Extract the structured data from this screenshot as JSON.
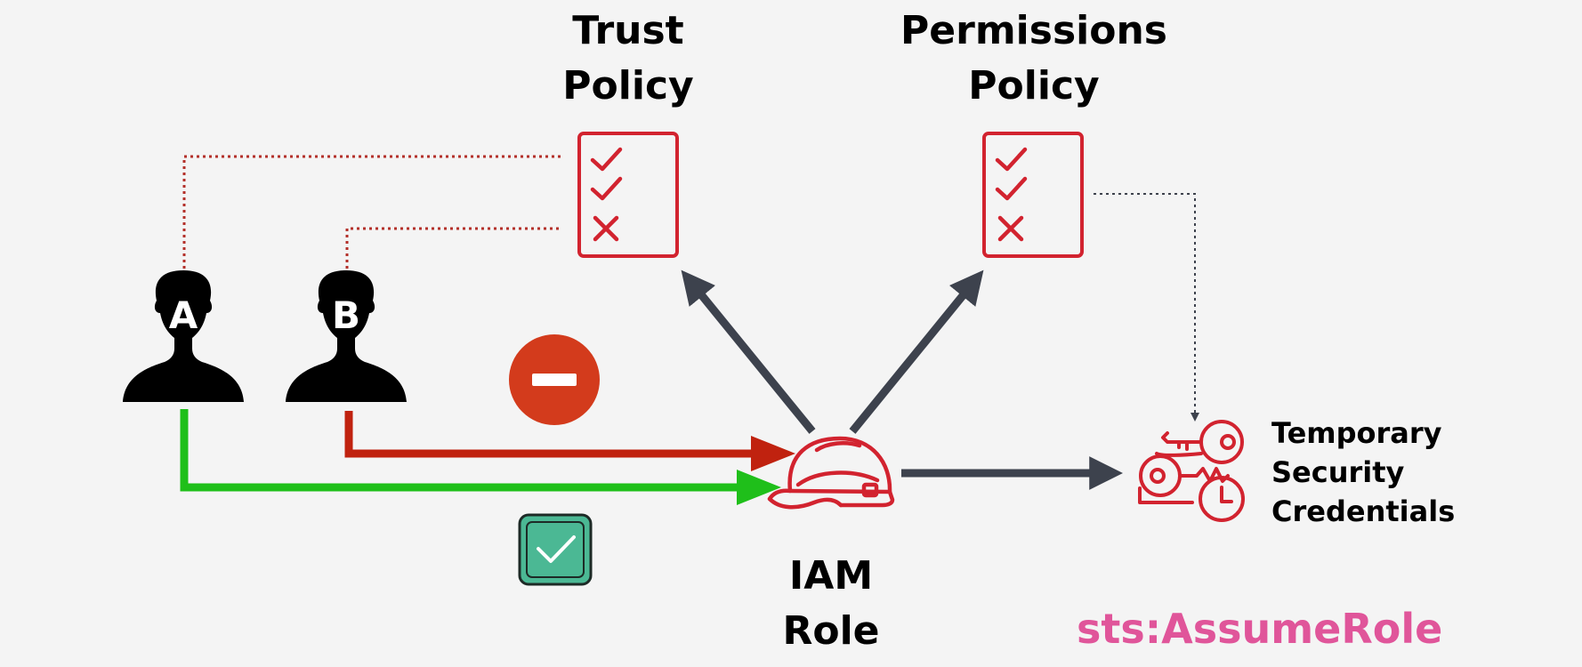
{
  "trust_policy": {
    "title_line1": "Trust",
    "title_line2": "Policy"
  },
  "permissions_policy": {
    "title_line1": "Permissions",
    "title_line2": "Policy"
  },
  "iam_role": {
    "title_line1": "IAM",
    "title_line2": "Role"
  },
  "credentials": {
    "line1": "Temporary",
    "line2": "Security",
    "line3": "Credentials"
  },
  "users": [
    {
      "letter": "A",
      "status": "allowed"
    },
    {
      "letter": "B",
      "status": "denied"
    }
  ],
  "action": "sts:AssumeRole",
  "policy_items": [
    "check",
    "check",
    "cross"
  ],
  "icons": {
    "document": "policy-document-icon",
    "role": "hard-hat-icon",
    "credentials": "keys-clock-icon",
    "deny": "no-entry-icon",
    "allow": "checkbox-icon"
  },
  "colors": {
    "accent_red": "#d2232f",
    "allowed_arrow": "#1fbf1a",
    "denied_arrow": "#c0220f",
    "deny_badge": "#d33b1c",
    "allow_badge": "#4bb894",
    "dark_arrow": "#3d424d",
    "action_text": "#e0559a"
  }
}
